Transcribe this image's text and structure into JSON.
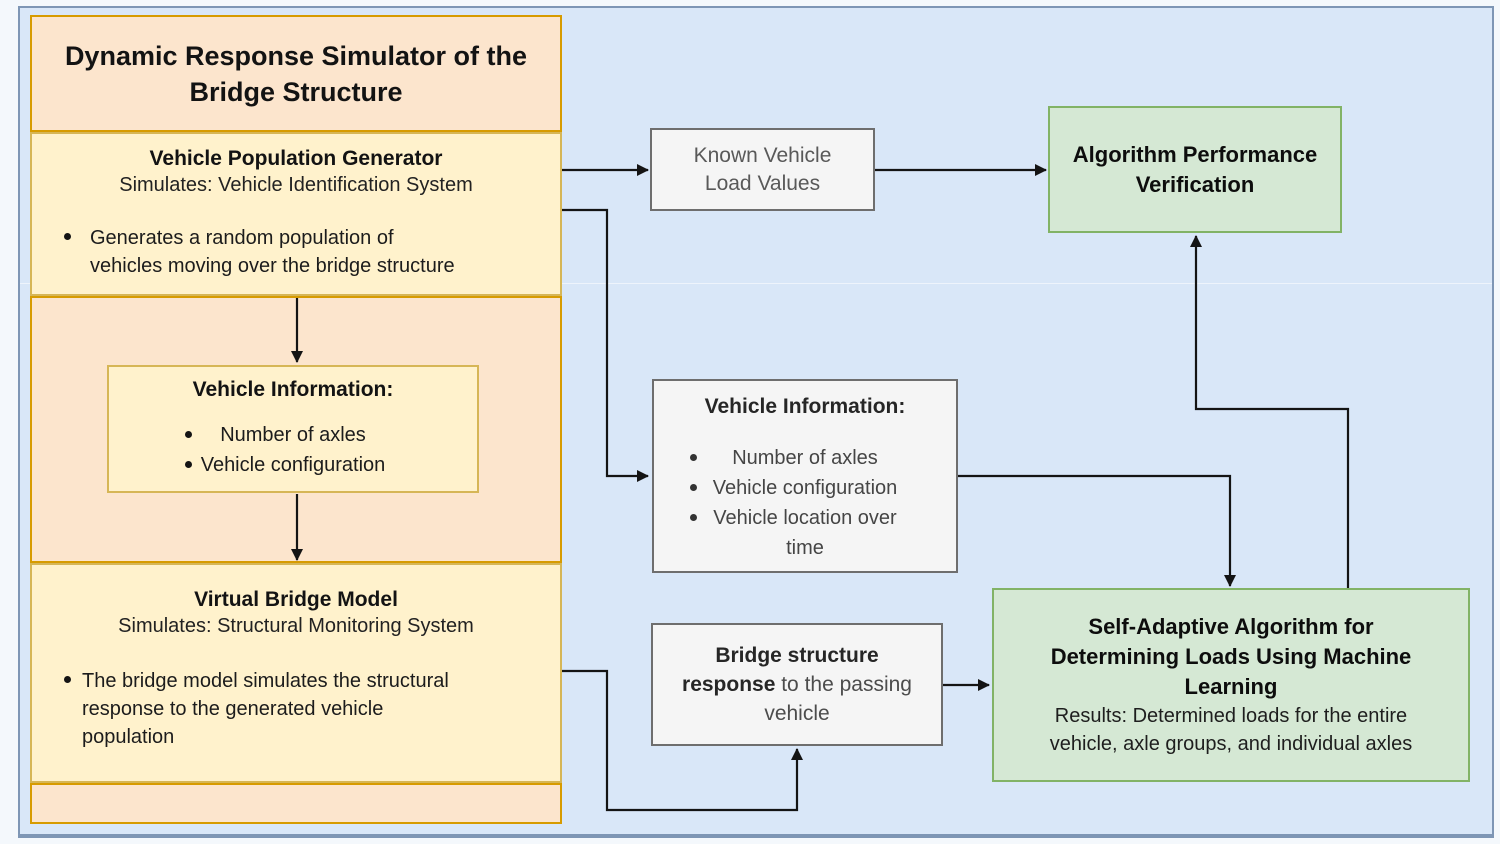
{
  "diagram": {
    "left_panel": {
      "title": "Dynamic Response Simulator of the\nBridge Structure",
      "generator": {
        "title": "Vehicle Population Generator",
        "subtitle": "Simulates: Vehicle Identification System",
        "bullet": "Generates a random population of\nvehicles moving over the bridge structure"
      },
      "vehicle_info": {
        "title": "Vehicle Information:",
        "bullets": [
          "Number of axles",
          "Vehicle configuration"
        ]
      },
      "bridge_model": {
        "title": "Virtual Bridge Model",
        "subtitle": "Simulates: Structural Monitoring System",
        "bullet": "The bridge model simulates the structural\nresponse to the generated vehicle\npopulation"
      }
    },
    "known_loads_box": {
      "label": "Known Vehicle\nLoad Values"
    },
    "vehicle_info_box": {
      "title": "Vehicle Information:",
      "bullets": [
        "Number of axles",
        "Vehicle configuration",
        "Vehicle location over\ntime"
      ]
    },
    "bridge_response_box": {
      "bold": "Bridge structure\nresponse",
      "rest": " to the passing\nvehicle"
    },
    "verification_box": {
      "label": "Algorithm Performance\nVerification"
    },
    "algorithm_box": {
      "title": "Self-Adaptive Algorithm for\nDetermining Loads Using Machine\nLearning",
      "subtitle": "Results: Determined loads for the entire\nvehicle, axle groups, and individual axles"
    },
    "colors": {
      "background": "#d9e7f8",
      "peach_fill": "#fce5cd",
      "peach_border": "#d79b00",
      "yellow_fill": "#fff2cc",
      "yellow_border": "#d6b656",
      "gray_fill": "#f5f5f5",
      "gray_border": "#6e6e6e",
      "green_fill": "#d5e8d4",
      "green_border": "#82b366",
      "arrow": "#141414",
      "frame_border": "#7e96b5"
    }
  }
}
